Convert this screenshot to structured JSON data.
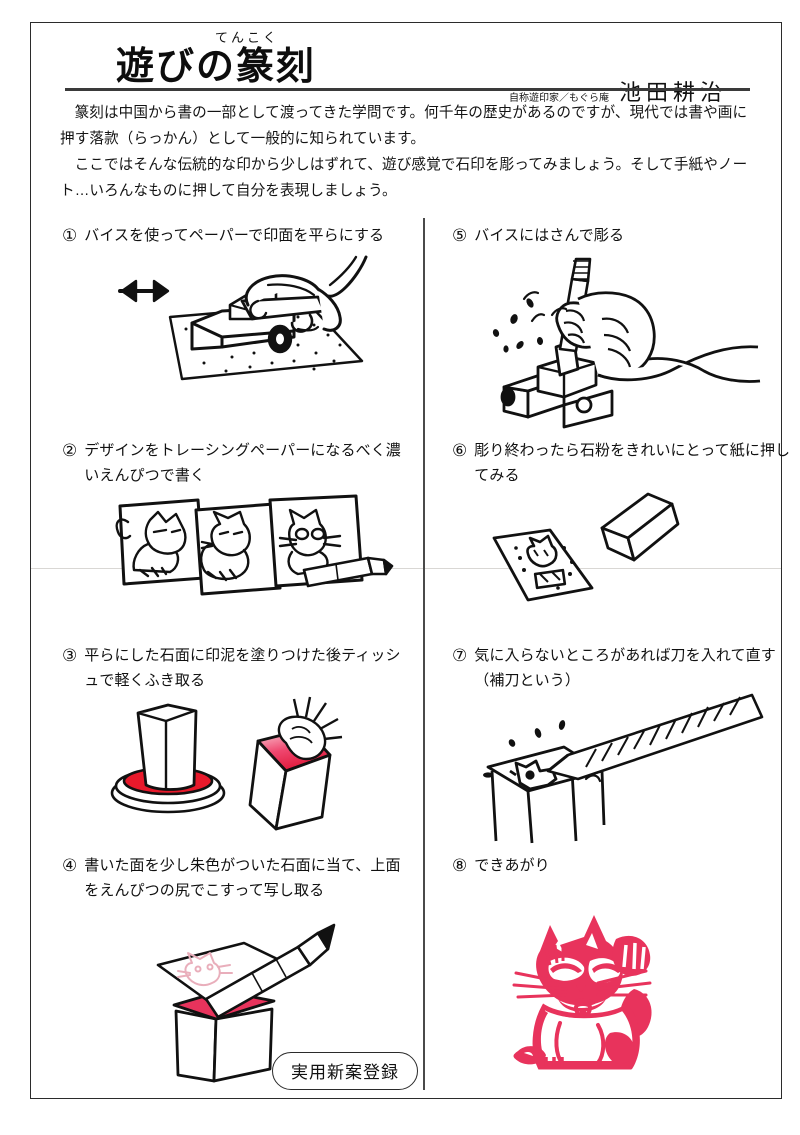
{
  "document": {
    "title": "遊びの篆刻",
    "title_ruby": "てんこく",
    "author_role": "自称遊印家／もぐら庵",
    "author_name": "池田耕治",
    "patent_label": "実用新案登録"
  },
  "intro": {
    "paragraph_1": "篆刻は中国から書の一部として渡ってきた学問です。何千年の歴史があるのですが、現代では書や画に押す落款（らっかん）として一般的に知られています。",
    "paragraph_2": "ここではそんな伝統的な印から少しはずれて、遊び感覚で石印を彫ってみましょう。そして手紙やノート…いろんなものに押して自分を表現しましょう。"
  },
  "steps": [
    {
      "number": "①",
      "text": "バイスを使ってペーパーで印面を平らにする",
      "figure": "vise-sanding-illustration"
    },
    {
      "number": "②",
      "text": "デザインをトレーシングペーパーになるべく濃いえんぴつで書く",
      "figure": "tracing-paper-cats-illustration"
    },
    {
      "number": "③",
      "text": "平らにした石面に印泥を塗りつけた後ティッシュで軽くふき取る",
      "figure": "ink-pad-stone-illustration"
    },
    {
      "number": "④",
      "text": "書いた面を少し朱色がついた石面に当て、上面をえんぴつの尻でこすって写し取る",
      "figure": "transfer-design-pencil-illustration"
    },
    {
      "number": "⑤",
      "text": "バイスにはさんで彫る",
      "figure": "carving-in-vise-illustration"
    },
    {
      "number": "⑥",
      "text": "彫り終わったら石粉をきれいにとって紙に押してみる",
      "figure": "test-print-illustration"
    },
    {
      "number": "⑦",
      "text": "気に入らないところがあれば刀を入れて直す（補刀という）",
      "figure": "retouch-knife-illustration"
    },
    {
      "number": "⑧",
      "text": "できあがり",
      "figure": "finished-cat-seal-impression"
    }
  ],
  "colors": {
    "ink_black": "#1a1a1a",
    "frame": "#2b2b2b",
    "seal_red": "#e8335c",
    "ink_pad_red": "#e8192b",
    "pale_red": "#f2b9c4",
    "fold_line": "#d9d7d4"
  }
}
